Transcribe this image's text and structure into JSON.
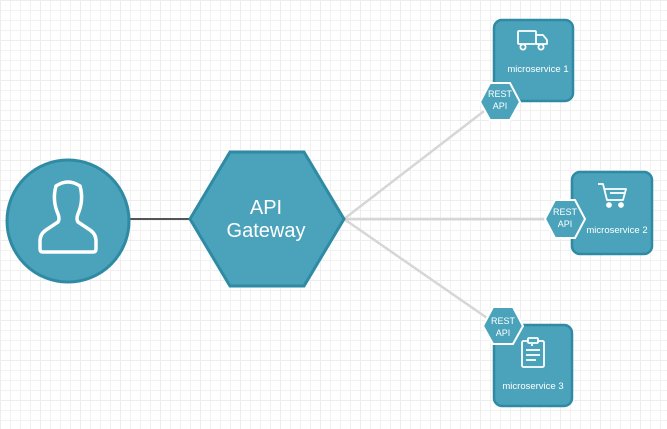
{
  "gateway": {
    "line1": "API",
    "line2": "Gateway"
  },
  "services": [
    {
      "name": "microservice 1",
      "icon": "truck-icon",
      "badge_line1": "REST",
      "badge_line2": "API"
    },
    {
      "name": "microservice 2",
      "icon": "shopping-cart-icon",
      "badge_line1": "REST",
      "badge_line2": "API"
    },
    {
      "name": "microservice 3",
      "icon": "clipboard-icon",
      "badge_line1": "REST",
      "badge_line2": "API"
    }
  ],
  "colors": {
    "node_fill": "#4aa3bb",
    "node_stroke": "#2f8aa4",
    "connector_dark": "#555555",
    "connector_light": "#d6d6d6"
  }
}
